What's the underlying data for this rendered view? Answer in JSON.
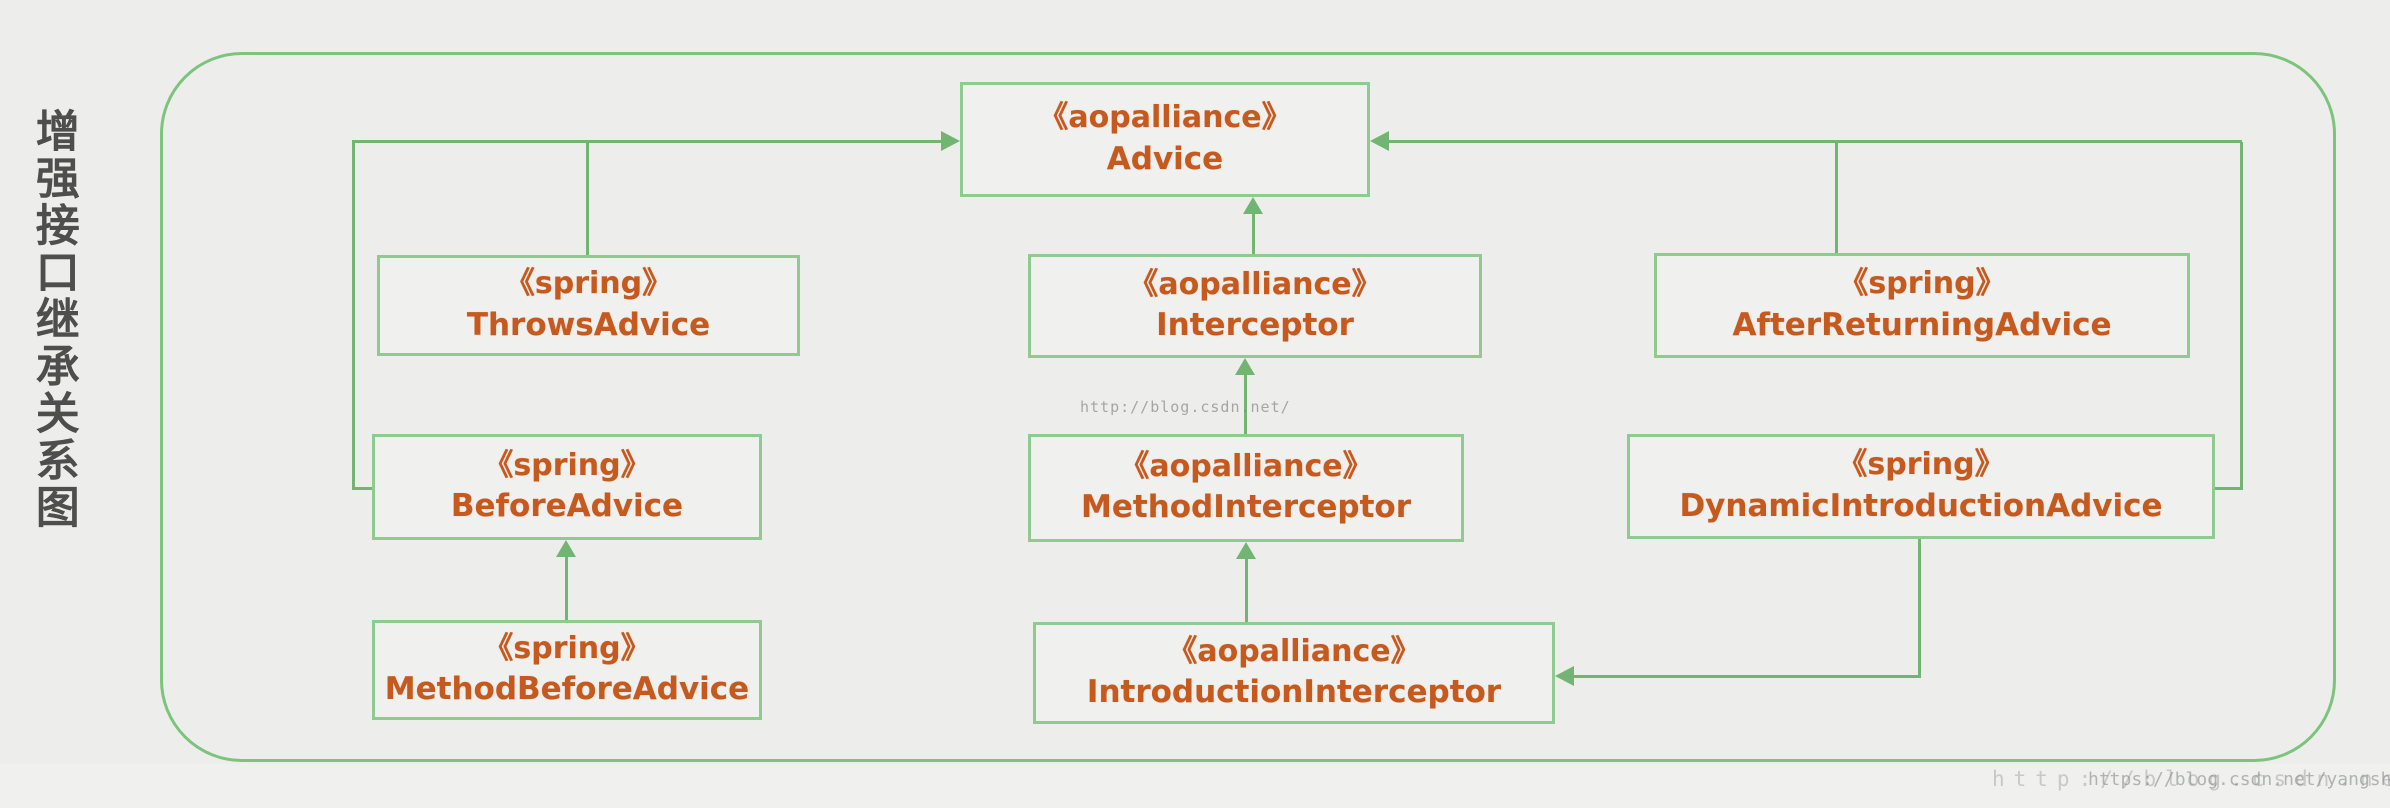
{
  "title": {
    "vertical_text": "增强接口继承关系图"
  },
  "nodes": {
    "advice": {
      "stereotype": "《aopalliance》",
      "name": "Advice"
    },
    "throws_advice": {
      "stereotype": "《spring》",
      "name": "ThrowsAdvice"
    },
    "interceptor": {
      "stereotype": "《aopalliance》",
      "name": "Interceptor"
    },
    "after_returning_advice": {
      "stereotype": "《spring》",
      "name": "AfterReturningAdvice"
    },
    "before_advice": {
      "stereotype": "《spring》",
      "name": "BeforeAdvice"
    },
    "method_interceptor": {
      "stereotype": "《aopalliance》",
      "name": "MethodInterceptor"
    },
    "dynamic_introduction_advice": {
      "stereotype": "《spring》",
      "name": "DynamicIntroductionAdvice"
    },
    "method_before_advice": {
      "stereotype": "《spring》",
      "name": "MethodBeforeAdvice"
    },
    "introduction_interceptor": {
      "stereotype": "《aopalliance》",
      "name": "IntroductionInterceptor"
    }
  },
  "edges": [
    {
      "from": "throws_advice",
      "to": "advice"
    },
    {
      "from": "before_advice",
      "to": "advice"
    },
    {
      "from": "interceptor",
      "to": "advice"
    },
    {
      "from": "after_returning_advice",
      "to": "advice"
    },
    {
      "from": "dynamic_introduction_advice",
      "to": "advice"
    },
    {
      "from": "method_before_advice",
      "to": "before_advice"
    },
    {
      "from": "method_interceptor",
      "to": "interceptor"
    },
    {
      "from": "introduction_interceptor",
      "to": "method_interceptor"
    },
    {
      "from": "dynamic_introduction_advice",
      "to": "introduction_interceptor"
    }
  ],
  "watermarks": {
    "center": "http://blog.csdn.net/",
    "bottom_right_layer1": "http://blog.csdn.net/",
    "bottom_right_layer2": "https://blog.csdn.net/yangshangwei"
  },
  "colors": {
    "line_green": "#72b572",
    "border_green": "#8fcb8f",
    "text_orange": "#c6591d",
    "title_gray": "#4e4e4e",
    "background": "#edeeeb"
  }
}
